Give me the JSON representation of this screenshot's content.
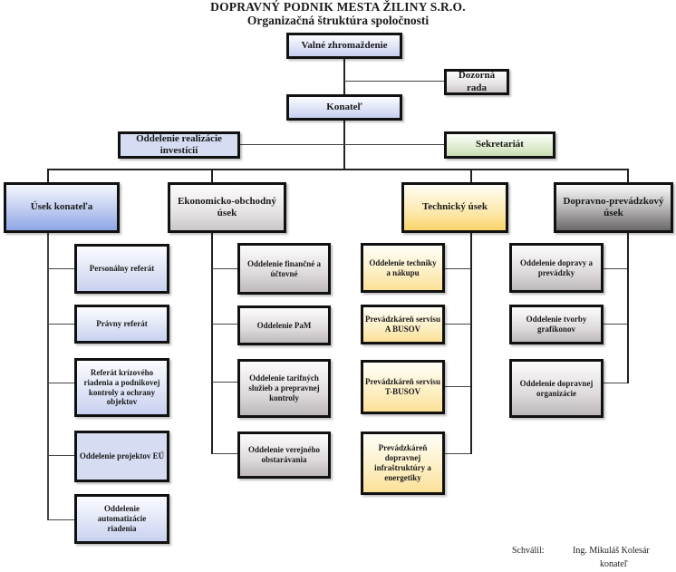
{
  "header": {
    "company": "DOPRAVNÝ PODNIK MESTA ŽILINY S.R.O.",
    "subtitle": "Organizačná štruktúra spoločnosti"
  },
  "top": {
    "general_meeting": "Valné zhromaždenie",
    "supervisory_board": "Dozorná rada",
    "executive": "Konateľ",
    "investments_dept": "Oddelenie realizácie investícií",
    "secretariat": "Sekretariát"
  },
  "divisions": [
    {
      "name": "Úsek konateľa",
      "units": [
        "Personálny referát",
        "Právny referát",
        "Referát krízového riadenia a podnikovej kontroly a ochrany objektov",
        "Oddelenie projektov EÚ",
        "Oddelenie automatizácie riadenia"
      ]
    },
    {
      "name": "Ekonomicko-obchodný úsek",
      "units": [
        "Oddelenie finančné a účtovné",
        "Oddelenie PaM",
        "Oddelenie tarifných služieb a prepravnej kontroly",
        "Oddelenie verejného obstarávania"
      ]
    },
    {
      "name": "Technický úsek",
      "units": [
        "Oddelenie techniky a nákupu",
        "Prevádzkáreň servisu A BUSOV",
        "Prevádzkáreň servisu T-BUSOV",
        "Prevádzkáreň dopravnej infraštruktúry a energetiky"
      ]
    },
    {
      "name": "Dopravno-prevádzkový úsek",
      "units": [
        "Oddelenie dopravy a prevádzky",
        "Oddelenie tvorby grafikonov",
        "Oddelenie dopravnej organizácie"
      ]
    }
  ],
  "footer": {
    "approved_label": "Schválil:",
    "approver_name": "Ing. Mikuláš Kolesár",
    "approver_role": "konateľ"
  }
}
